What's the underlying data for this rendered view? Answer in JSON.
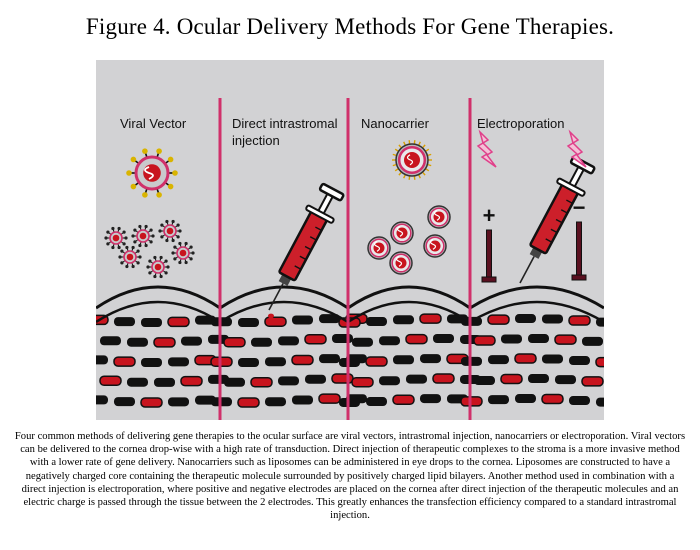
{
  "figure": {
    "title": "Figure 4. Ocular Delivery Methods For Gene Therapies.",
    "panels": [
      {
        "id": "viral",
        "label_lines": [
          "Viral Vector"
        ]
      },
      {
        "id": "injection",
        "label_lines": [
          "Direct intrastromal",
          "injection"
        ]
      },
      {
        "id": "nano",
        "label_lines": [
          "Nanocarrier"
        ]
      },
      {
        "id": "electro",
        "label_lines": [
          "Electroporation"
        ]
      }
    ],
    "electrode_signs": {
      "positive": "+",
      "negative": "−"
    },
    "colors": {
      "panel_bg": "#d2d2d4",
      "divider": "#d0306a",
      "red_cell": "#c8141e",
      "dark_cell": "#111111",
      "syringe_red": "#cc1f2a",
      "electrode": "#5a1020",
      "spark": "#e0408a"
    },
    "caption": "Four common methods of delivering gene therapies to the ocular surface are viral vectors, intrastromal injection, nanocarriers or electroporation. Viral vectors can be delivered to the cornea drop-wise with a high rate of transduction. Direct injection of therapeutic complexes to the stroma is a more invasive method with a lower rate of gene delivery. Nanocarriers such as liposomes can be administered in eye drops to the cornea. Liposomes are constructed to have a negatively charged core containing the therapeutic molecule surrounded by positively charged lipid bilayers. Another method used in combination with a direct injection is electroporation, where positive and negative electrodes are placed on the cornea after direct injection of the therapeutic molecules and an electric charge is passed through the tissue between the 2 electrodes. This greatly enhances the transfection efficiency compared to a standard intrastromal injection."
  }
}
